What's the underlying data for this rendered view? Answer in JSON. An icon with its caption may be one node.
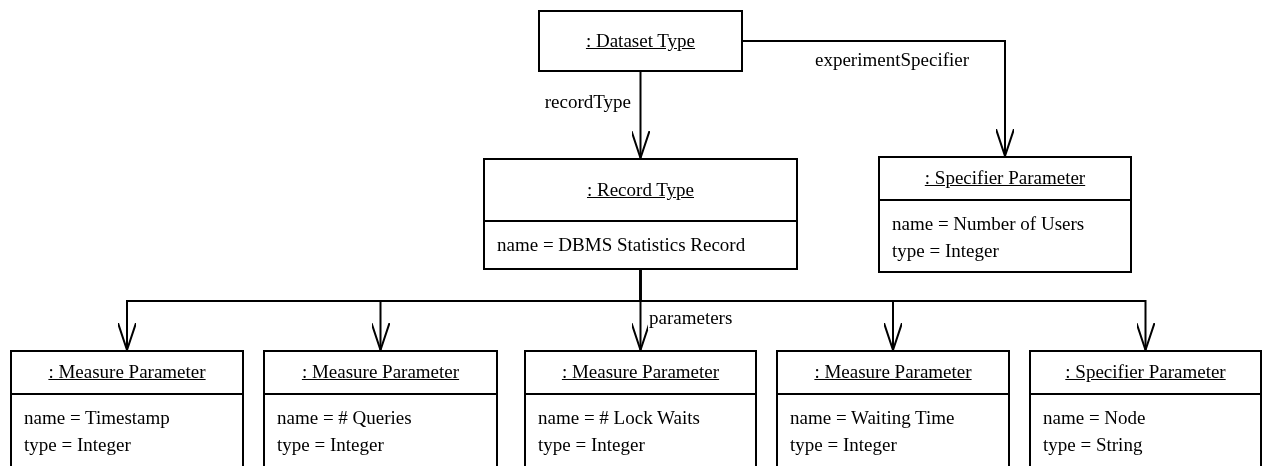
{
  "diagram": {
    "nodes": [
      {
        "text": [
          ": Dataset Type"
        ]
      },
      {
        "text": [
          ": Record Type",
          "name = DBMS Statistics Record"
        ]
      },
      {
        "text": [
          ": Specifier Parameter",
          "name = Number of Users",
          "type = Integer"
        ]
      },
      {
        "text": [
          ": Measure Parameter",
          "name = Timestamp",
          "type = Integer"
        ]
      },
      {
        "text": [
          ": Measure Parameter",
          "name = # Queries",
          "type = Integer"
        ]
      },
      {
        "text": [
          ": Measure Parameter",
          "name = # Lock Waits",
          "type = Integer"
        ]
      },
      {
        "text": [
          ": Measure Parameter",
          "name = Waiting Time",
          "type = Integer"
        ]
      },
      {
        "text": [
          ": Specifier Parameter",
          "name = Node",
          "type = String"
        ]
      }
    ],
    "edges": [
      {
        "from": 0,
        "to": 1,
        "arrow": "to",
        "label": "recordType"
      },
      {
        "from": 0,
        "to": 2,
        "arrow": "to",
        "label": "experimentSpecifier"
      },
      {
        "from": 1,
        "to": 3,
        "arrow": "to"
      },
      {
        "from": 1,
        "to": 4,
        "arrow": "to"
      },
      {
        "from": 1,
        "to": 5,
        "arrow": "to",
        "label": "parameters"
      },
      {
        "from": 1,
        "to": 6,
        "arrow": "to"
      },
      {
        "from": 1,
        "to": 7,
        "arrow": "to"
      }
    ]
  }
}
